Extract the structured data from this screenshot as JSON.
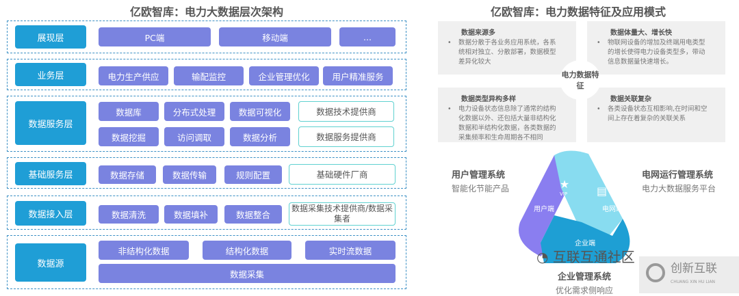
{
  "left": {
    "title": "亿欧智库：电力大数据层次架构",
    "rows": [
      {
        "layer": "展现层",
        "items": [
          "PC端",
          "移动端",
          "..."
        ]
      },
      {
        "layer": "业务层",
        "items": [
          "电力生产供应",
          "输配监控",
          "企业管理优化",
          "用户精准服务"
        ]
      },
      {
        "layer": "数据服务层",
        "items": [
          "数据库",
          "分布式处理",
          "数据可视化",
          "数据挖掘",
          "访问调取",
          "数据分析"
        ],
        "providers": [
          "数据技术提供商",
          "数据服务提供商"
        ]
      },
      {
        "layer": "基础服务层",
        "items": [
          "数据存储",
          "数据传输",
          "规则配置"
        ],
        "providers": [
          "基础硬件厂商"
        ]
      },
      {
        "layer": "数据接入层",
        "items": [
          "数据清洗",
          "数据填补",
          "数据整合"
        ],
        "providers": [
          "数据采集技术提供商/数据采集者"
        ]
      },
      {
        "layer": "数据源",
        "items": [
          "非结构化数据",
          "结构化数据",
          "实时流数据",
          "数据采集"
        ]
      }
    ]
  },
  "right": {
    "title": "亿欧智库：电力数据特征及应用模式",
    "center": "电力数据特征",
    "cards": [
      {
        "title": "数据来源多",
        "text": "数据分散于各业务应用系统，各系统相对独立、分散部署，数据模型差异化较大"
      },
      {
        "title": "数据体量大、增长快",
        "text": "物联网设备的增加及终端用电类型的增长使得电力设备类型多，带动信息数据量快速增长。"
      },
      {
        "title": "数据类型异构多样",
        "text": "电力设备状态信息除了通常的结构化数据以外、还包括大量非结构化数据和半结构化数据，各类数据的采集频率和生命周期各不相同"
      },
      {
        "title": "数据关联复杂",
        "text": "各类设备状态互相影响,在时间和空间上存在着复杂的关联关系"
      }
    ],
    "systems": [
      {
        "name": "用户管理系统",
        "desc": "智能化节能产品",
        "seg": "用户端"
      },
      {
        "name": "电网运行管理系统",
        "desc": "电力大数据服务平台",
        "seg": "电网端"
      },
      {
        "name": "企业管理系统",
        "desc": "优化需求侧响应",
        "seg": "企业端"
      }
    ],
    "vip": "VIP"
  },
  "watermark": {
    "wechat": "互联互通社区",
    "brand": "创新互联",
    "brand_en": "CHUANG XIN HU LIAN"
  }
}
